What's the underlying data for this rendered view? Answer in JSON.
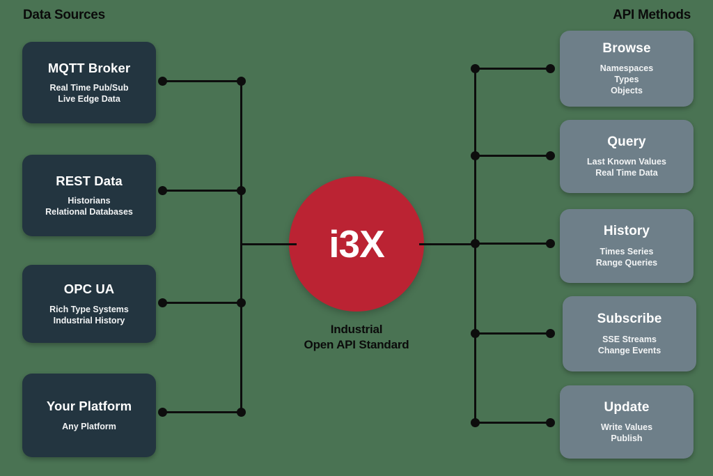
{
  "diagram": {
    "background_color": "#4a7353",
    "headings": {
      "left": "Data Sources",
      "right": "API Methods"
    },
    "hub": {
      "label": "i3X",
      "color": "#bb2333",
      "caption_line1": "Industrial",
      "caption_line2": "Open API Standard"
    },
    "sources": {
      "color": "#233540",
      "items": [
        {
          "title": "MQTT Broker",
          "sub1": "Real Time Pub/Sub",
          "sub2": "Live Edge Data",
          "sub3": ""
        },
        {
          "title": "REST Data",
          "sub1": "Historians",
          "sub2": "Relational Databases",
          "sub3": ""
        },
        {
          "title": "OPC UA",
          "sub1": "Rich Type Systems",
          "sub2": "Industrial History",
          "sub3": ""
        },
        {
          "title": "Your Platform",
          "sub1": "Any Platform",
          "sub2": "",
          "sub3": ""
        }
      ]
    },
    "methods": {
      "color": "#6e7f89",
      "items": [
        {
          "title": "Browse",
          "sub1": "Namespaces",
          "sub2": "Types",
          "sub3": "Objects"
        },
        {
          "title": "Query",
          "sub1": "Last Known Values",
          "sub2": "Real Time Data",
          "sub3": ""
        },
        {
          "title": "History",
          "sub1": "Times Series",
          "sub2": "Range Queries",
          "sub3": ""
        },
        {
          "title": "Subscribe",
          "sub1": "SSE Streams",
          "sub2": "Change Events",
          "sub3": ""
        },
        {
          "title": "Update",
          "sub1": "Write Values",
          "sub2": "Publish",
          "sub3": ""
        }
      ]
    },
    "connector_color": "#0d0d0d"
  }
}
